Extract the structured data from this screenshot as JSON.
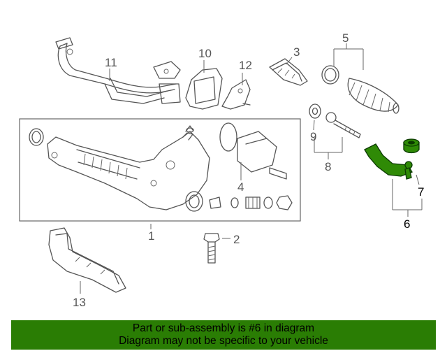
{
  "callouts": {
    "c1": "1",
    "c2": "2",
    "c3": "3",
    "c4": "4",
    "c5": "5",
    "c6": "6",
    "c7": "7",
    "c8": "8",
    "c9": "9",
    "c10": "10",
    "c11": "11",
    "c12": "12",
    "c13": "13"
  },
  "highlight_color": "#2a7d04",
  "highlighted_parts": [
    "6",
    "7"
  ],
  "banner": {
    "line1": "Part or sub-assembly is #6 in diagram",
    "line2": "Diagram may not be specific to your vehicle"
  }
}
